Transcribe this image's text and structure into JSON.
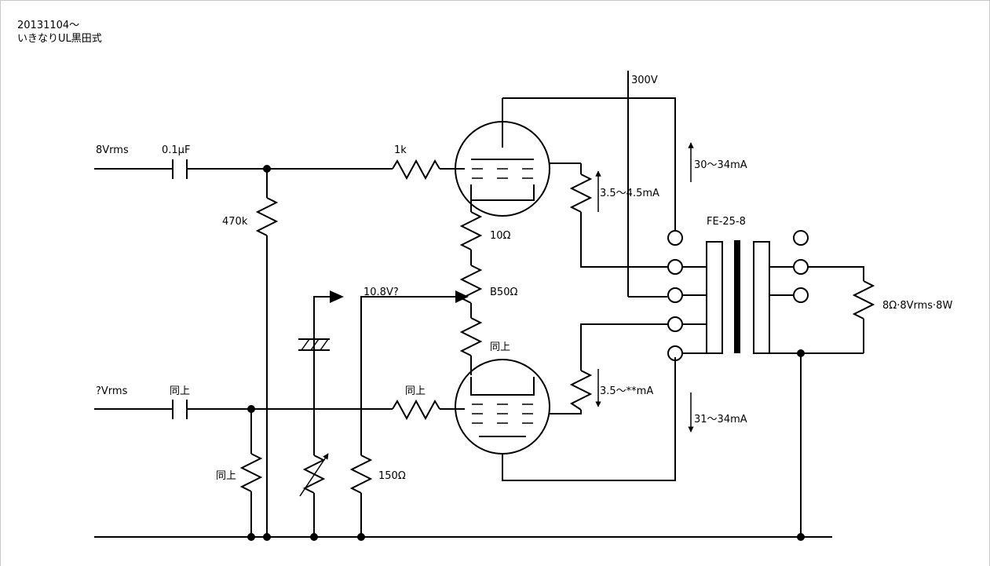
{
  "header": {
    "date_line": "20131104～",
    "title_line": "いきなりUL黒田式"
  },
  "labels": {
    "supply_voltage": "300V",
    "input_top": "8Vrms",
    "coupling_cap": "0.1μF",
    "grid_resistor_top": "1k",
    "grid_leak": "470k",
    "upper_current": "30～34mA",
    "screen_current_upper": "3.5～4.5mA",
    "transformer": "FE-25-8",
    "cathode_resistor": "10Ω",
    "bias_voltage": "10.8V?",
    "balance_pot": "B50Ω",
    "same_as_above_1": "同上",
    "load": "8Ω·8Vrms·8W",
    "input_bottom": "?Vrms",
    "same_as_above_cap": "同上",
    "same_as_above_grid": "同上",
    "screen_current_lower": "3.5～**mA",
    "lower_current": "31～34mA",
    "same_as_above_leak": "同上",
    "bias_resistor": "150Ω"
  },
  "colors": {
    "line": "#000000",
    "background": "#ffffff",
    "frame": "#c8c8c8"
  }
}
